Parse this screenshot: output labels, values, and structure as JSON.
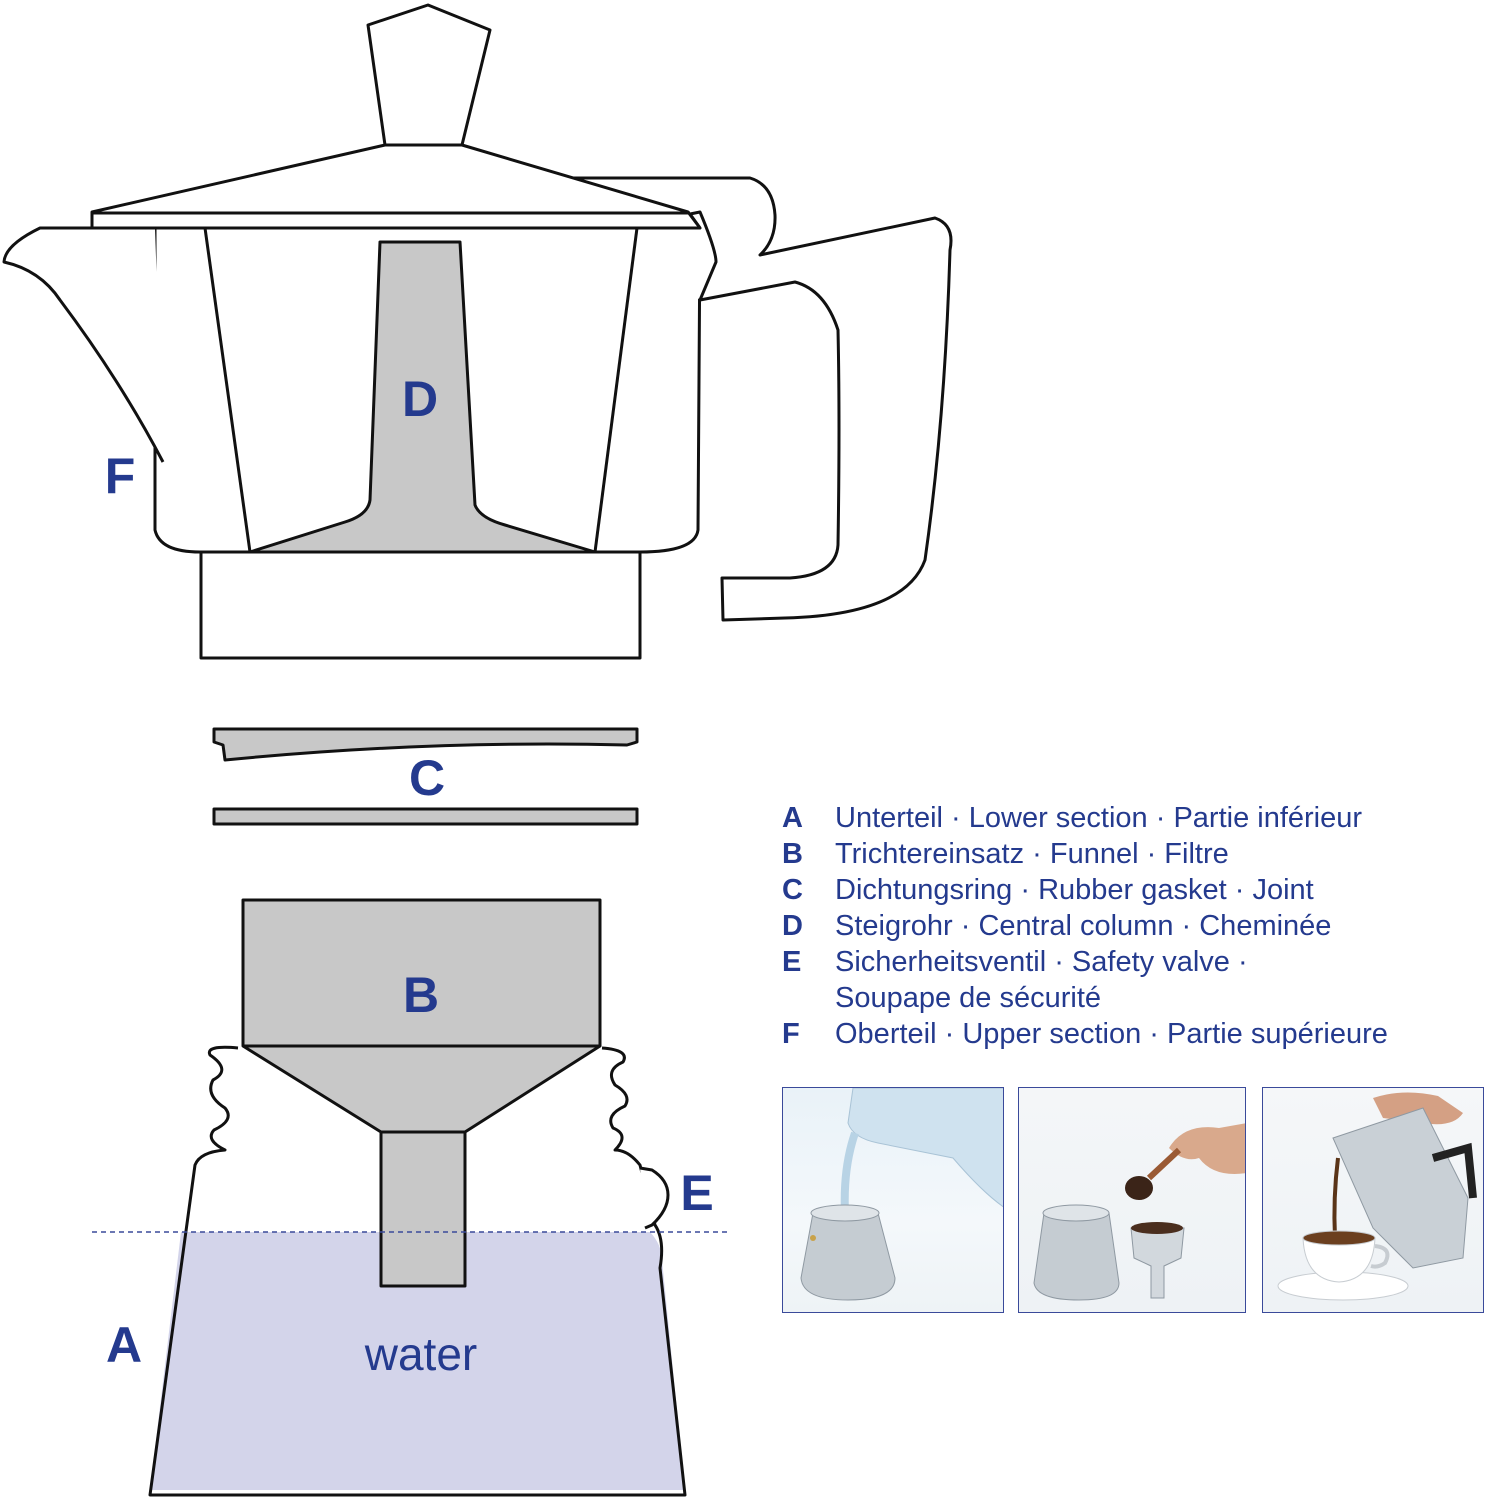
{
  "colors": {
    "label_blue": "#243a8e",
    "grey_fill": "#c8c8c8",
    "water_fill": "#d3d4ea",
    "outline": "#111111"
  },
  "parts": {
    "A": "A",
    "B": "B",
    "C": "C",
    "D": "D",
    "E": "E",
    "F": "F"
  },
  "water_label": "water",
  "legend": [
    {
      "letter": "A",
      "text": "Unterteil · Lower section · Partie inférieur"
    },
    {
      "letter": "B",
      "text": "Trichtereinsatz · Funnel · Filtre"
    },
    {
      "letter": "C",
      "text": "Dichtungsring · Rubber gasket · Joint"
    },
    {
      "letter": "D",
      "text": "Steigrohr · Central column · Cheminée"
    },
    {
      "letter": "E",
      "text": "Sicherheitsventil · Safety valve ·"
    },
    {
      "letter": "",
      "text": "Soupape de sécurité"
    },
    {
      "letter": "F",
      "text": "Oberteil · Upper section · Partie supérieure"
    }
  ],
  "photos": [
    {
      "scene": "pouring-water-into-base"
    },
    {
      "scene": "filling-funnel-with-coffee"
    },
    {
      "scene": "pouring-coffee-into-cup"
    }
  ]
}
